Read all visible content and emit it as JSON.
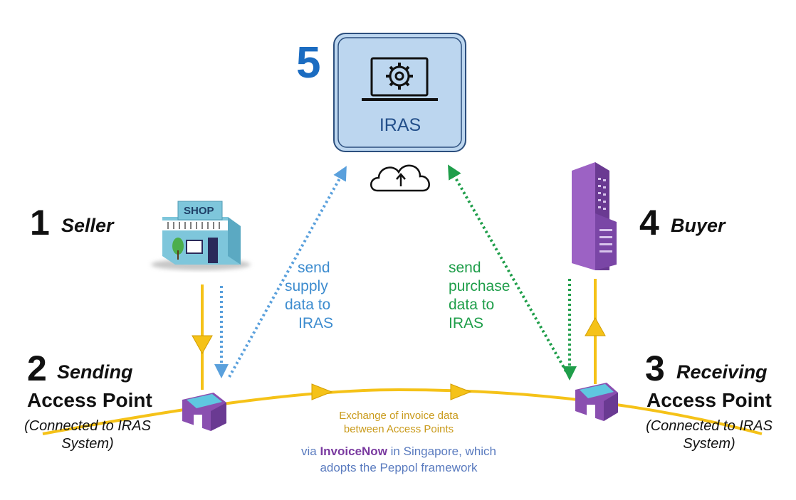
{
  "iras": {
    "step": "5",
    "label": "IRAS"
  },
  "seller": {
    "step": "1",
    "label": "Seller",
    "shop_sign": "SHOP"
  },
  "buyer": {
    "step": "4",
    "label": "Buyer"
  },
  "sending_ap": {
    "step": "2",
    "label_line1": "Sending",
    "label_line2": "Access Point",
    "sub_line1": "(Connected to IRAS",
    "sub_line2": "System)"
  },
  "receiving_ap": {
    "step": "3",
    "label_line1": "Receiving",
    "label_line2": "Access Point",
    "sub_line1": "(Connected to IRAS",
    "sub_line2": "System)"
  },
  "supply_note": {
    "l1": "send",
    "l2": "supply",
    "l3": "data to",
    "l4": "IRAS"
  },
  "purchase_note": {
    "l1": "send",
    "l2": "purchase",
    "l3": "data to",
    "l4": "IRAS"
  },
  "exchange_note": {
    "l1": "Exchange of invoice data",
    "l2": "between Access Points"
  },
  "via_note": {
    "pre": "via ",
    "brand": "InvoiceNow",
    "post": " in Singapore, which",
    "l2": "adopts the Peppol framework"
  },
  "colors": {
    "yellow": "#f5c218",
    "blue": "#5aa0dc",
    "green": "#1f9e4a",
    "purple": "#8a4fb0",
    "iras_fill": "#bcd6ef",
    "iras_border": "#2c4f7e"
  },
  "icons": {
    "iras_icon": "laptop-gear-icon",
    "cloud_icon": "cloud-upload-icon",
    "shop_icon": "shop-icon",
    "building_icon": "building-icon",
    "ap_icon": "access-point-icon"
  }
}
